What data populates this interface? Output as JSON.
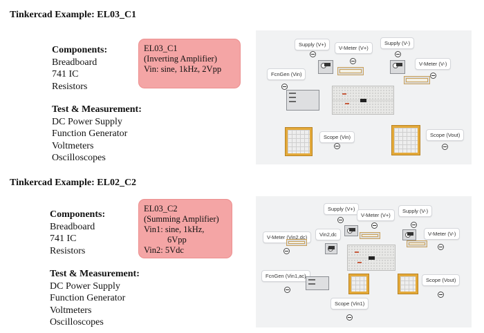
{
  "example1": {
    "title": "Tinkercad Example: EL03_C1",
    "components_heading": "Components:",
    "components": [
      "Breadboard",
      "741 IC",
      "Resistors"
    ],
    "test_heading": "Test & Measurement:",
    "test_items": [
      "DC Power Supply",
      "Function Generator",
      "Voltmeters",
      "Oscilloscopes"
    ],
    "note_lines": [
      "EL03_C1",
      "(Inverting Amplifier)",
      "Vin: sine, 1kHz, 2Vpp"
    ],
    "circuit": {
      "supply_pos": "Supply (V+)",
      "vmeter_pos": "V-Meter (V+)",
      "supply_neg": "Supply (V-)",
      "vmeter_neg": "V-Meter (V-)",
      "fcngen": "FcnGen (Vin)",
      "scope_vin": "Scope (Vin)",
      "scope_vout": "Scope (Vout)"
    }
  },
  "example2": {
    "title": "Tinkercad Example: EL02_C2",
    "components_heading": "Components:",
    "components": [
      "Breadboard",
      "741 IC",
      "Resistors"
    ],
    "test_heading": "Test & Measurement:",
    "test_items": [
      "DC Power Supply",
      "Function Generator",
      "Voltmeters",
      "Oscilloscopes"
    ],
    "note_lines": [
      "EL03_C2",
      "(Summing Amplifier)",
      "Vin1: sine, 1kHz,",
      "6Vpp",
      "Vin2: 5Vdc"
    ],
    "circuit": {
      "supply_pos": "Supply (V+)",
      "vmeter_pos": "V-Meter (V+)",
      "supply_neg": "Supply (V-)",
      "vmeter_neg": "V-Meter (V-)",
      "vmeter_vin2": "V-Meter (Vin2,dc)",
      "vin2dc": "Vin2,dc",
      "fcngen": "FcnGen (Vin1,ac)",
      "scope_vin1": "Scope (Vin1)",
      "scope_vout": "Scope (Vout)"
    }
  }
}
